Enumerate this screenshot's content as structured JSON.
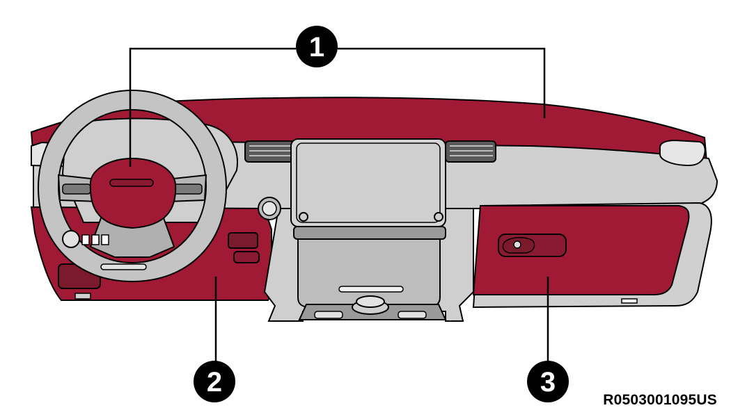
{
  "callouts": {
    "one": "1",
    "two": "2",
    "three": "3"
  },
  "reference_code": "R0503001095US",
  "colors": {
    "highlight": "#a01a36",
    "trim": "#d0d0d0",
    "trim_dark": "#a9a9a9",
    "outline": "#000000",
    "background": "#ffffff"
  },
  "icons": [
    "steering-wheel-icon",
    "center-screen-icon",
    "air-vent-icon",
    "glovebox-handle-icon",
    "gear-selector-icon"
  ]
}
